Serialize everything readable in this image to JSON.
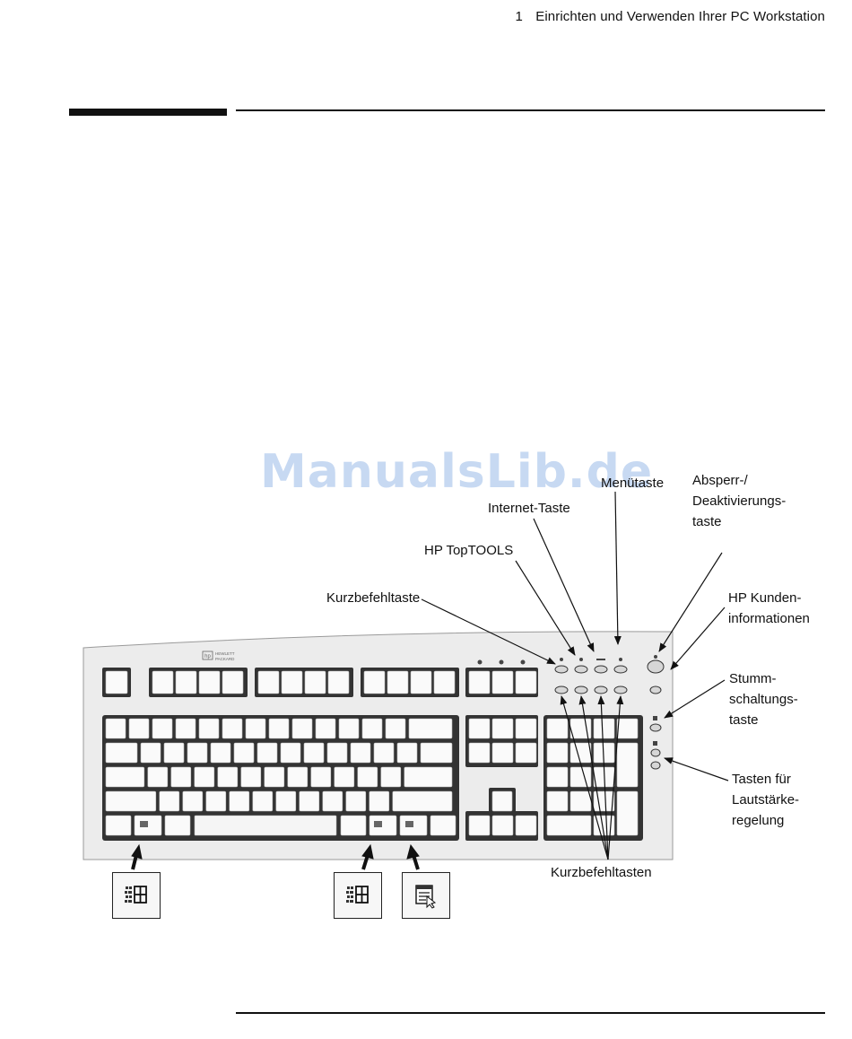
{
  "header": {
    "chapter_number": "1",
    "chapter_title": "Einrichten und Verwenden Ihrer PC Workstation"
  },
  "watermark": "ManualsLib.de",
  "keyboard": {
    "brand_line1": "HEWLETT",
    "brand_line2": "PACKARD"
  },
  "labels": {
    "menutaste": "Menütaste",
    "absperr_1": "Absperr-/",
    "absperr_2": "Deaktivierungs-",
    "absperr_3": "taste",
    "internet": "Internet-Taste",
    "toptools": "HP TopTOOLS",
    "kurzbefehltaste": "Kurzbefehltaste",
    "kunden_1": "HP Kunden-",
    "kunden_2": "informationen",
    "stumm_1": "Stumm-",
    "stumm_2": "schaltungs-",
    "stumm_3": "taste",
    "laut_1": "Tasten für",
    "laut_2": "Lautstärke-",
    "laut_3": "regelung",
    "kurzbefehltasten": "Kurzbefehltasten"
  },
  "icons": [
    "windows-logo-icon",
    "windows-logo-icon",
    "application-menu-icon"
  ]
}
